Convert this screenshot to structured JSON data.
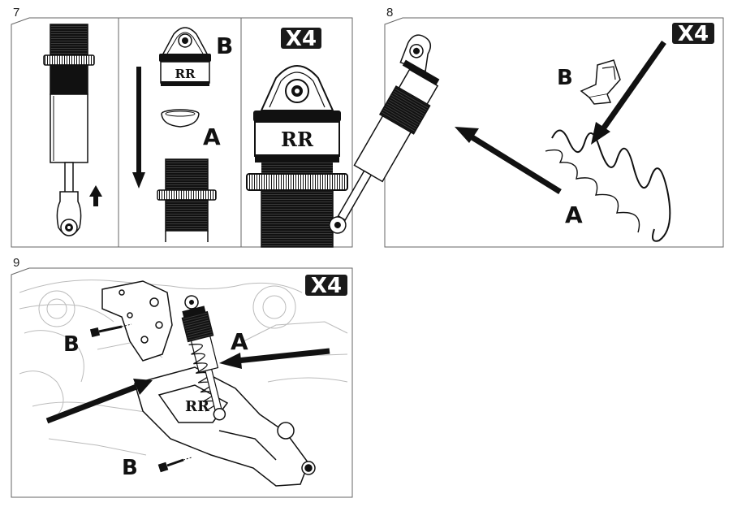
{
  "steps": [
    {
      "number": "7",
      "panels": [
        {
          "name": "shock-body"
        },
        {
          "name": "cap-assembly",
          "labels": {
            "cap": "B",
            "bladder": "A"
          }
        },
        {
          "name": "assembled-cap",
          "badge": "X4"
        }
      ]
    },
    {
      "number": "8",
      "badge": "X4",
      "labels": {
        "spring": "A",
        "retainer": "B"
      }
    },
    {
      "number": "9",
      "badge": "X4",
      "labels": {
        "shock": "A",
        "screw_upper": "B",
        "screw_lower": "B"
      }
    }
  ],
  "logo_mark": "RR",
  "colors": {
    "line": "#111111",
    "frame": "#666666",
    "badge_bg": "#1a1a1a",
    "badge_text": "#ffffff"
  },
  "icons": [
    "arrow-up-icon",
    "arrow-down-icon",
    "arrow-diagonal-icon"
  ]
}
